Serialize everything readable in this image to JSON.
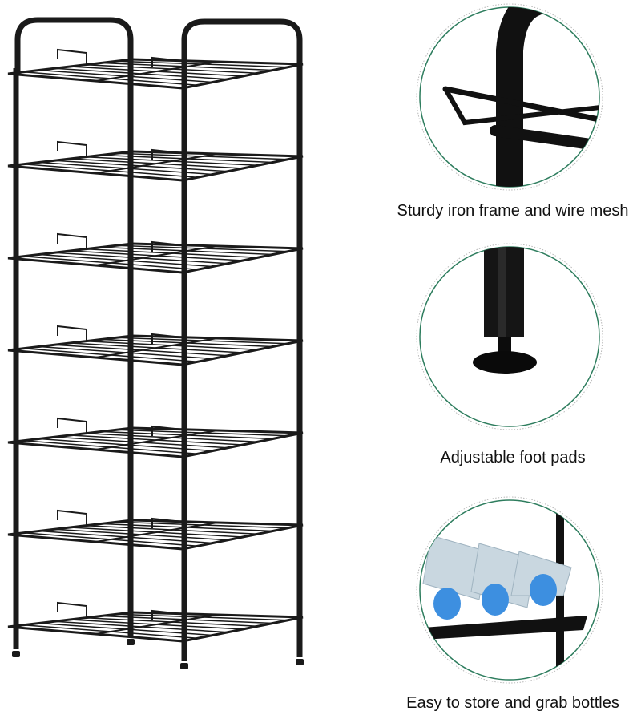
{
  "product": {
    "shelf_count": 7,
    "frame_color": "#1a1a1a"
  },
  "features": [
    {
      "caption": "Sturdy iron frame and wire mesh",
      "icon": "frame-closeup"
    },
    {
      "caption": "Adjustable foot pads",
      "icon": "foot-pad-closeup"
    },
    {
      "caption": "Easy to store and grab bottles",
      "icon": "bottles-closeup"
    }
  ],
  "colors": {
    "ring": "#2e7d5e",
    "ring_outer": "#b8b8b8",
    "bottle_cap": "#3d8fe0"
  }
}
